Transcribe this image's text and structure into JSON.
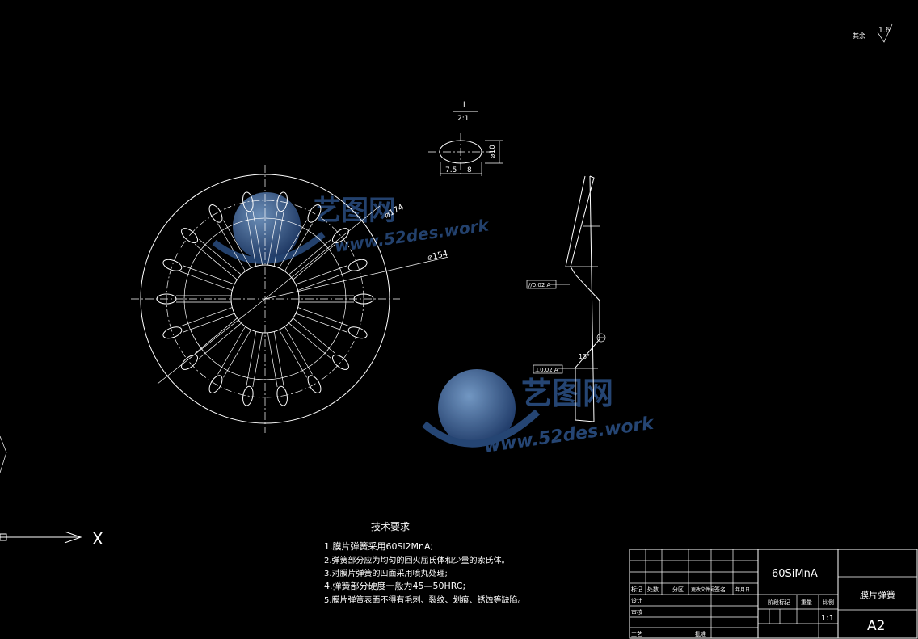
{
  "drawing": {
    "roughness_label": "其余",
    "roughness_value": "1.6",
    "section_label": "I",
    "section_scale": "2:1",
    "slot_width_dim": "⌀10",
    "slot_dim_left": "7.5",
    "slot_dim_right": "8",
    "dim_inner": "⌀174",
    "dim_outer": "⌀154",
    "angle_dim": "13°",
    "tolerance_1": "//0.02 A",
    "tolerance_2": "⊥0.02 A",
    "datum_label": "A",
    "axis_label": "X"
  },
  "tech_req": {
    "title": "技术要求",
    "items": [
      "1.膜片弹簧采用60Si2MnA;",
      "2.弹簧部分应为均匀的回火屈氏体和少量的索氏体。",
      "3.对膜片弹簧的凹面采用喷丸处理;",
      "4.弹簧部分硬度一般为45—50HRC;",
      "5.膜片弹簧表面不得有毛刺、裂纹、划痕、锈蚀等缺陷。"
    ]
  },
  "title_block": {
    "material": "60SiMnA",
    "part_name": "膜片弹簧",
    "scale": "1:1",
    "sheet_size": "A2",
    "row_labels": [
      "标记",
      "处数",
      "分区",
      "更改文件号",
      "签名",
      "年月日"
    ],
    "design_label": "设计",
    "audit_label": "审核",
    "process_label": "工艺",
    "approve_label": "批准",
    "stage_label": "阶段标记",
    "weight_label": "重量",
    "ratio_label": "比例"
  },
  "watermark": {
    "brand": "艺图网",
    "url": "www.52des.work"
  },
  "colors": {
    "background": "#000000",
    "lines": "#ffffff",
    "watermark": "#2a4d80"
  }
}
